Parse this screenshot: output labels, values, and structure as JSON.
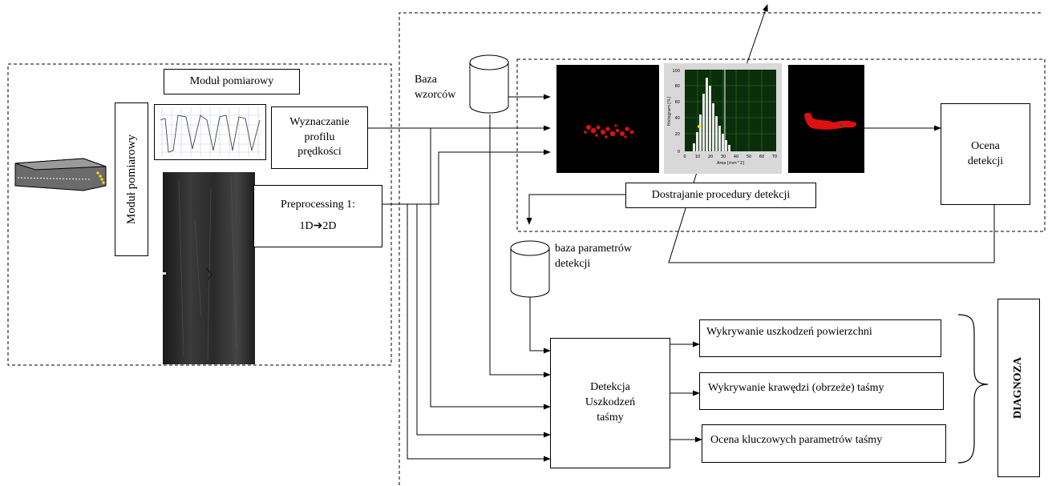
{
  "modul_pomiarowy_top": "Moduł pomiarowy",
  "modul_pomiarowy_side": "Moduł pomiarowy",
  "velocity_profile": [
    "Wyznaczanie",
    "profilu",
    "prędkości"
  ],
  "preprocessing": {
    "line1": "Preprocessing 1:",
    "line2": "1D➔2D"
  },
  "pattern_db": [
    "Baza",
    "wzorców"
  ],
  "detection_params_db": [
    "baza parametrów",
    "detekcji"
  ],
  "tuning": "Dostrajanie procedury detekcji",
  "evaluation": [
    "Ocena",
    "detekcji"
  ],
  "damage_detection": [
    "Detekcja",
    "Uszkodzeń",
    "taśmy"
  ],
  "outputs": [
    "Wykrywanie uszkodzeń powierzchni",
    "Wykrywanie krawędzi (obrzeże) taśmy",
    "Ocena kluczowych parametrów taśmy"
  ],
  "diagnosis": "DIAGNOZA",
  "histogram": {
    "ylabel": "Histogram [%]",
    "xlabel": "Area [mm^2]",
    "yticks": [
      "100",
      "80",
      "60",
      "40",
      "20",
      "0"
    ],
    "xticks": [
      "0",
      "10",
      "20",
      "30",
      "40",
      "50",
      "60",
      "70"
    ]
  },
  "colors": {
    "defect": "#e01010",
    "histogram_bg": "#0a2e0a",
    "histogram_grid": "#2f7a2f"
  }
}
